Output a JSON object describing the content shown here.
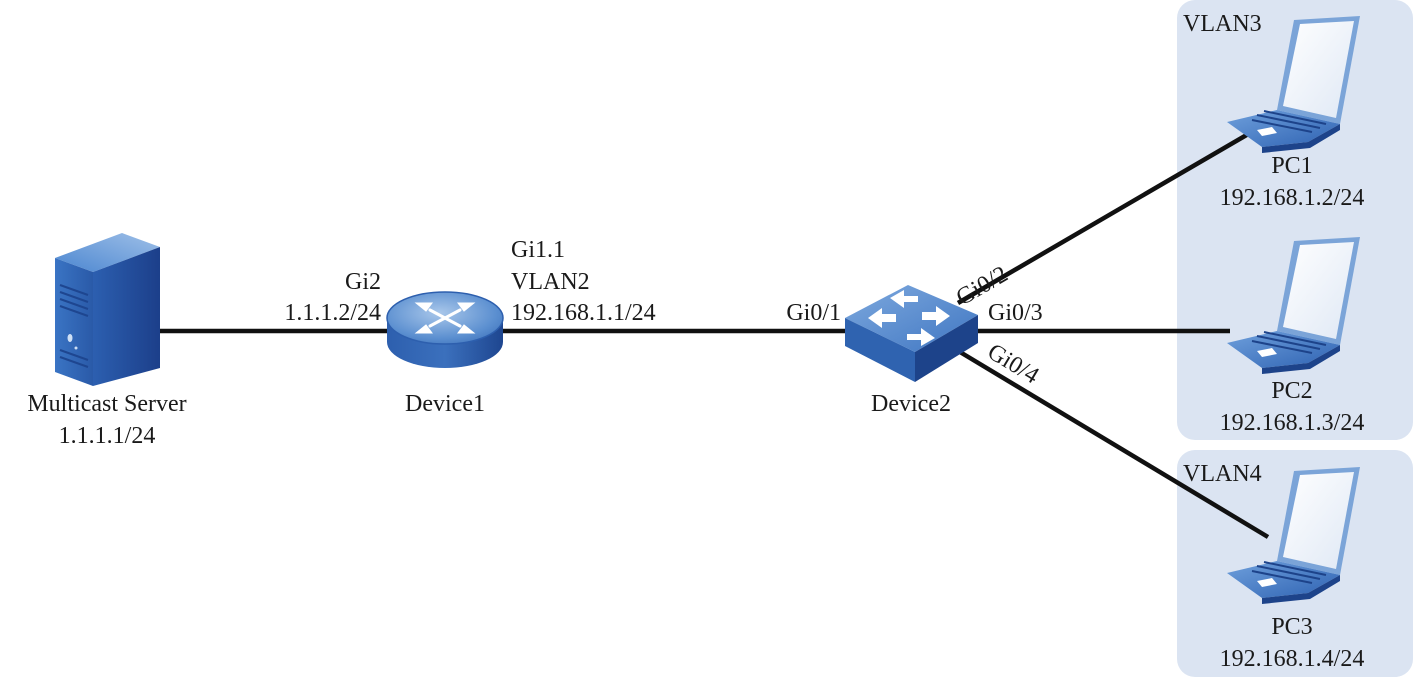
{
  "diagram": {
    "title": "Multicast VLAN topology",
    "nodes": {
      "server": {
        "name": "Multicast Server",
        "ip": "1.1.1.1/24",
        "icon": "server-icon"
      },
      "device1": {
        "name": "Device1",
        "icon": "router-icon",
        "ports": {
          "gi2": {
            "name": "Gi2",
            "ip": "1.1.1.2/24"
          },
          "gi1_1": {
            "name": "Gi1.1",
            "vlan": "VLAN2",
            "ip": "192.168.1.1/24"
          }
        }
      },
      "device2": {
        "name": "Device2",
        "icon": "switch-icon",
        "ports": {
          "gi0_1": "Gi0/1",
          "gi0_2": "Gi0/2",
          "gi0_3": "Gi0/3",
          "gi0_4": "Gi0/4"
        }
      },
      "pc1": {
        "name": "PC1",
        "ip": "192.168.1.2/24",
        "icon": "laptop-icon"
      },
      "pc2": {
        "name": "PC2",
        "ip": "192.168.1.3/24",
        "icon": "laptop-icon"
      },
      "pc3": {
        "name": "PC3",
        "ip": "192.168.1.4/24",
        "icon": "laptop-icon"
      }
    },
    "vlans": {
      "vlan3": {
        "label": "VLAN3",
        "members": [
          "PC1",
          "PC2"
        ]
      },
      "vlan4": {
        "label": "VLAN4",
        "members": [
          "PC3"
        ]
      }
    },
    "links": [
      {
        "from": "Multicast Server",
        "to": "Device1",
        "to_port": "Gi2"
      },
      {
        "from": "Device1",
        "from_port": "Gi1.1",
        "to": "Device2",
        "to_port": "Gi0/1"
      },
      {
        "from": "Device2",
        "from_port": "Gi0/2",
        "to": "PC1"
      },
      {
        "from": "Device2",
        "from_port": "Gi0/3",
        "to": "PC2"
      },
      {
        "from": "Device2",
        "from_port": "Gi0/4",
        "to": "PC3"
      }
    ],
    "colors": {
      "vlan_box": "#dbe4f2",
      "device_blue": "#2f63b0",
      "device_dark": "#1d438a",
      "link": "#111111",
      "text": "#1a1a1a"
    }
  }
}
